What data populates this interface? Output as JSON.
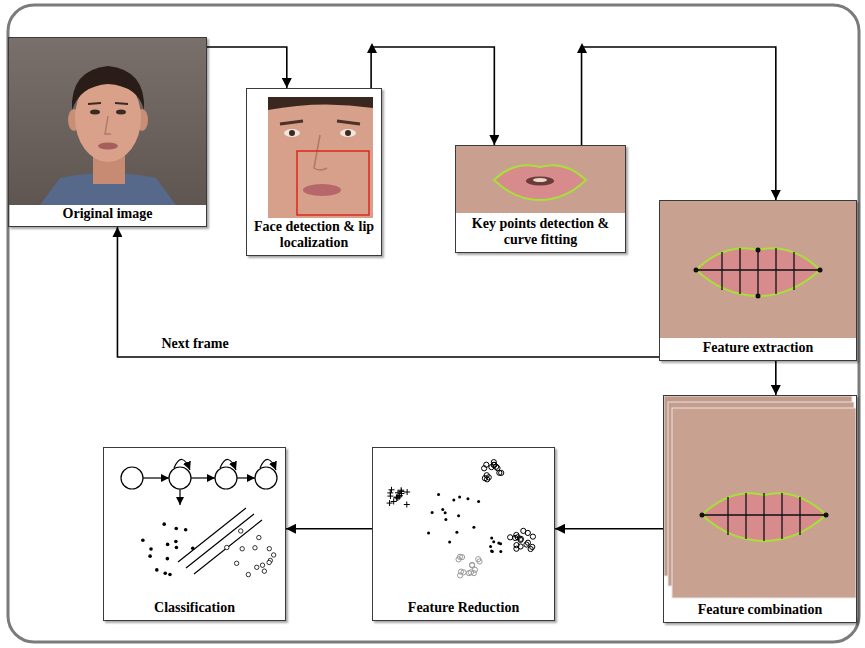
{
  "diagram": {
    "nodes": [
      {
        "text": [
          "Original image"
        ]
      },
      {
        "text": [
          "Face detection & lip localization"
        ]
      },
      {
        "text": [
          "Key points detection & curve fitting"
        ]
      },
      {
        "text": [
          "Feature extraction"
        ]
      },
      {
        "text": [
          "Feature combination"
        ]
      },
      {
        "text": [
          "Feature Reduction"
        ]
      },
      {
        "text": [
          "Classification"
        ]
      }
    ],
    "edges": [
      {
        "from": 0,
        "to": 1,
        "arrow": "to"
      },
      {
        "from": 1,
        "to": 2,
        "arrow": "to"
      },
      {
        "from": 2,
        "to": 3,
        "arrow": "to"
      },
      {
        "from": 3,
        "to": 0,
        "label": "Next frame",
        "arrow": "to"
      },
      {
        "from": 3,
        "to": 4,
        "arrow": "to"
      },
      {
        "from": 4,
        "to": 5,
        "arrow": "to"
      },
      {
        "from": 5,
        "to": 6,
        "arrow": "to"
      }
    ]
  }
}
